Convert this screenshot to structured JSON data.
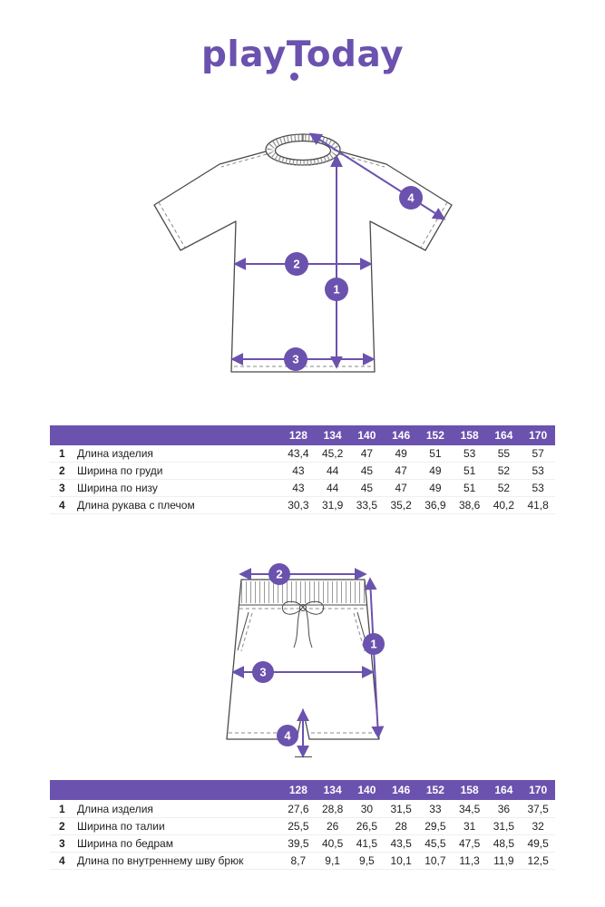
{
  "brand": {
    "logo": "playToday"
  },
  "colors": {
    "accent": "#6B52AE",
    "line": "#4a4a4a"
  },
  "tshirt": {
    "sizes": [
      "128",
      "134",
      "140",
      "146",
      "152",
      "158",
      "164",
      "170"
    ],
    "rows": [
      {
        "num": "1",
        "label": "Длина изделия",
        "values": [
          "43,4",
          "45,2",
          "47",
          "49",
          "51",
          "53",
          "55",
          "57"
        ]
      },
      {
        "num": "2",
        "label": "Ширина по груди",
        "values": [
          "43",
          "44",
          "45",
          "47",
          "49",
          "51",
          "52",
          "53"
        ]
      },
      {
        "num": "3",
        "label": "Ширина по низу",
        "values": [
          "43",
          "44",
          "45",
          "47",
          "49",
          "51",
          "52",
          "53"
        ]
      },
      {
        "num": "4",
        "label": "Длина рукава с плечом",
        "values": [
          "30,3",
          "31,9",
          "33,5",
          "35,2",
          "36,9",
          "38,6",
          "40,2",
          "41,8"
        ]
      }
    ]
  },
  "shorts": {
    "sizes": [
      "128",
      "134",
      "140",
      "146",
      "152",
      "158",
      "164",
      "170"
    ],
    "rows": [
      {
        "num": "1",
        "label": "Длина изделия",
        "values": [
          "27,6",
          "28,8",
          "30",
          "31,5",
          "33",
          "34,5",
          "36",
          "37,5"
        ]
      },
      {
        "num": "2",
        "label": "Ширина по талии",
        "values": [
          "25,5",
          "26",
          "26,5",
          "28",
          "29,5",
          "31",
          "31,5",
          "32"
        ]
      },
      {
        "num": "3",
        "label": "Ширина по бедрам",
        "values": [
          "39,5",
          "40,5",
          "41,5",
          "43,5",
          "45,5",
          "47,5",
          "48,5",
          "49,5"
        ]
      },
      {
        "num": "4",
        "label": "Длина по внутреннему шву брюк",
        "values": [
          "8,7",
          "9,1",
          "9,5",
          "10,1",
          "10,7",
          "11,3",
          "11,9",
          "12,5"
        ]
      }
    ]
  }
}
